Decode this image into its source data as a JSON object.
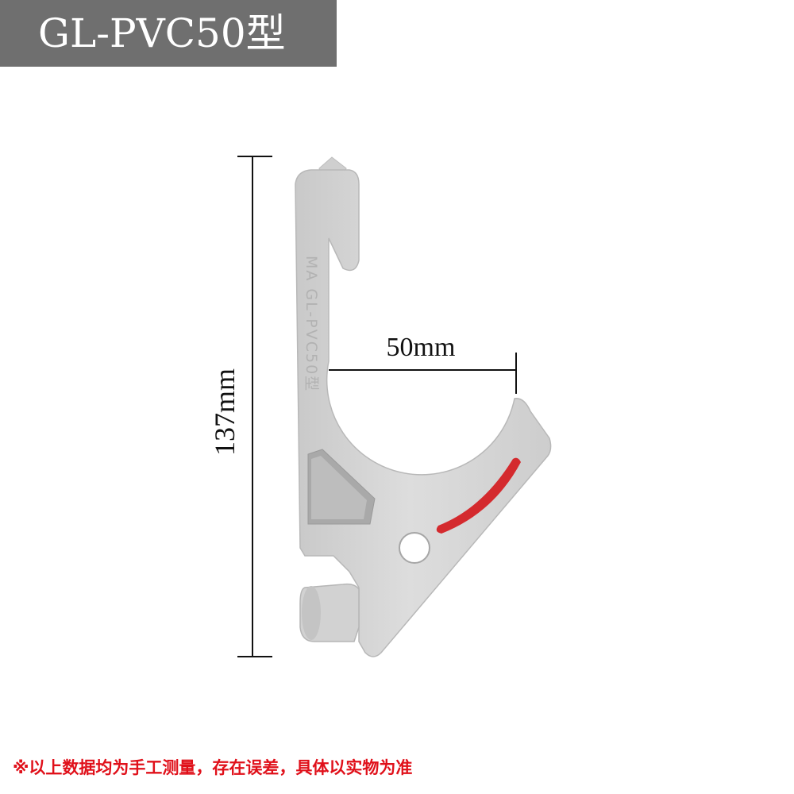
{
  "title": "GL-PVC50型",
  "dimensions": {
    "height_label": "137mm",
    "width_label": "50mm"
  },
  "product": {
    "molded_marking": "MA GL-PVC50型",
    "colors": {
      "body": "#d6d6d6",
      "accent": "#d42a2e",
      "banner": "#6f6f6f"
    }
  },
  "footer": {
    "disclaimer": "※以上数据均为手工测量，存在误差，具体以实物为准"
  }
}
